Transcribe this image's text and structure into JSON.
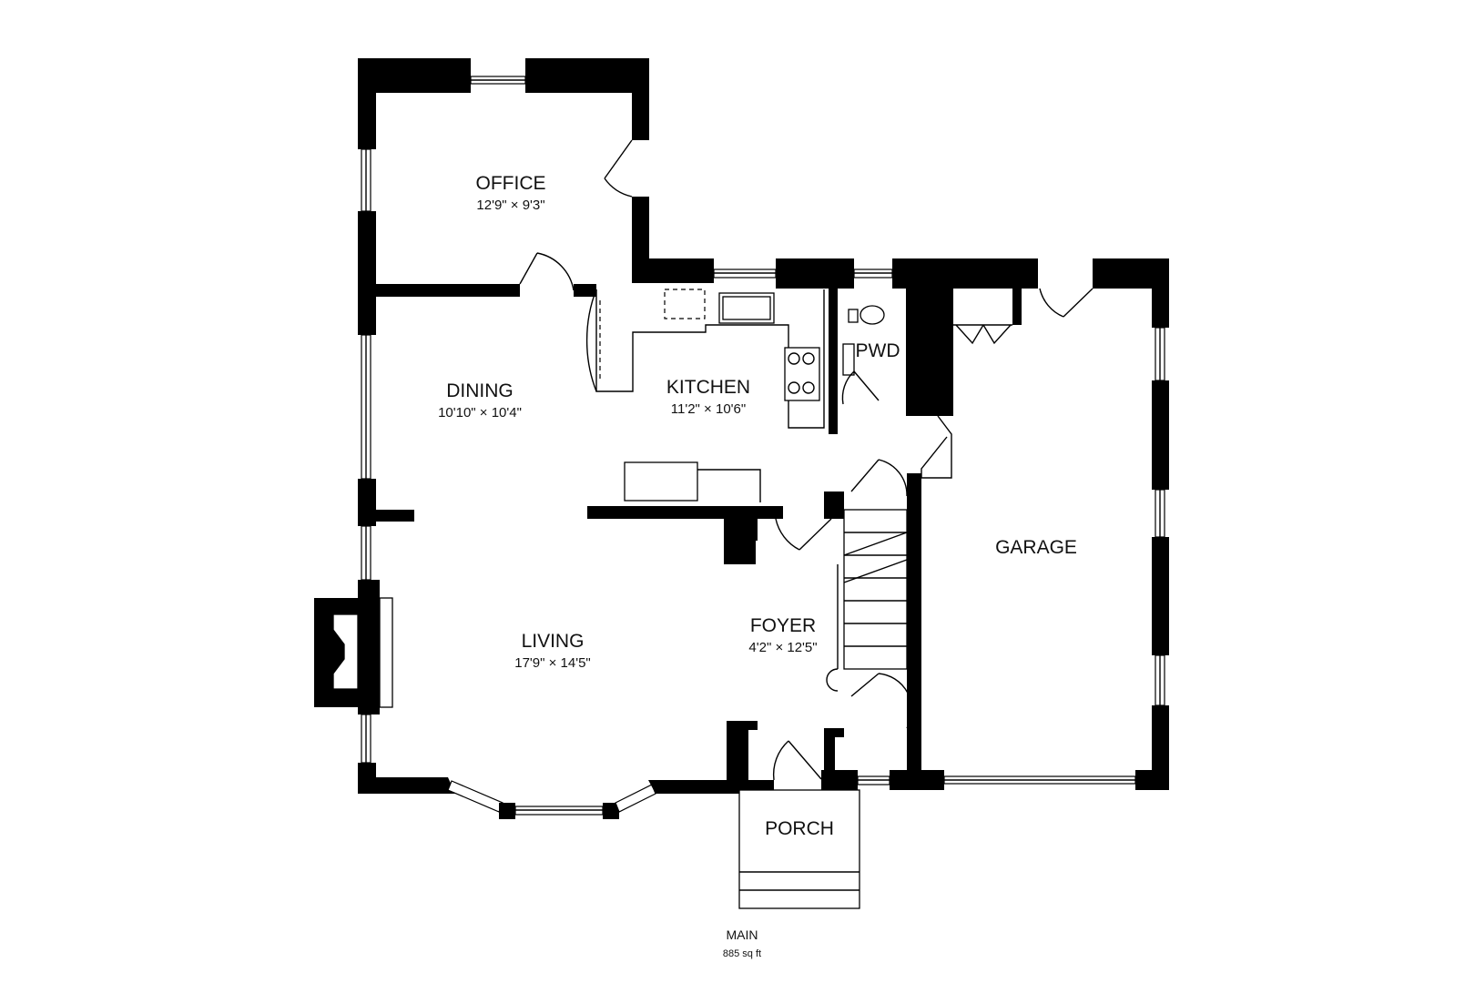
{
  "rooms": {
    "office": {
      "name": "OFFICE",
      "dims": "12'9\" × 9'3\""
    },
    "dining": {
      "name": "DINING",
      "dims": "10'10\" × 10'4\""
    },
    "kitchen": {
      "name": "KITCHEN",
      "dims": "11'2\" × 10'6\""
    },
    "pwd": {
      "name": "PWD"
    },
    "living": {
      "name": "LIVING",
      "dims": "17'9\" × 14'5\""
    },
    "foyer": {
      "name": "FOYER",
      "dims": "4'2\" × 12'5\""
    },
    "garage": {
      "name": "GARAGE"
    },
    "porch": {
      "name": "PORCH"
    }
  },
  "caption": {
    "floor": "MAIN",
    "area": "885 sq ft"
  }
}
